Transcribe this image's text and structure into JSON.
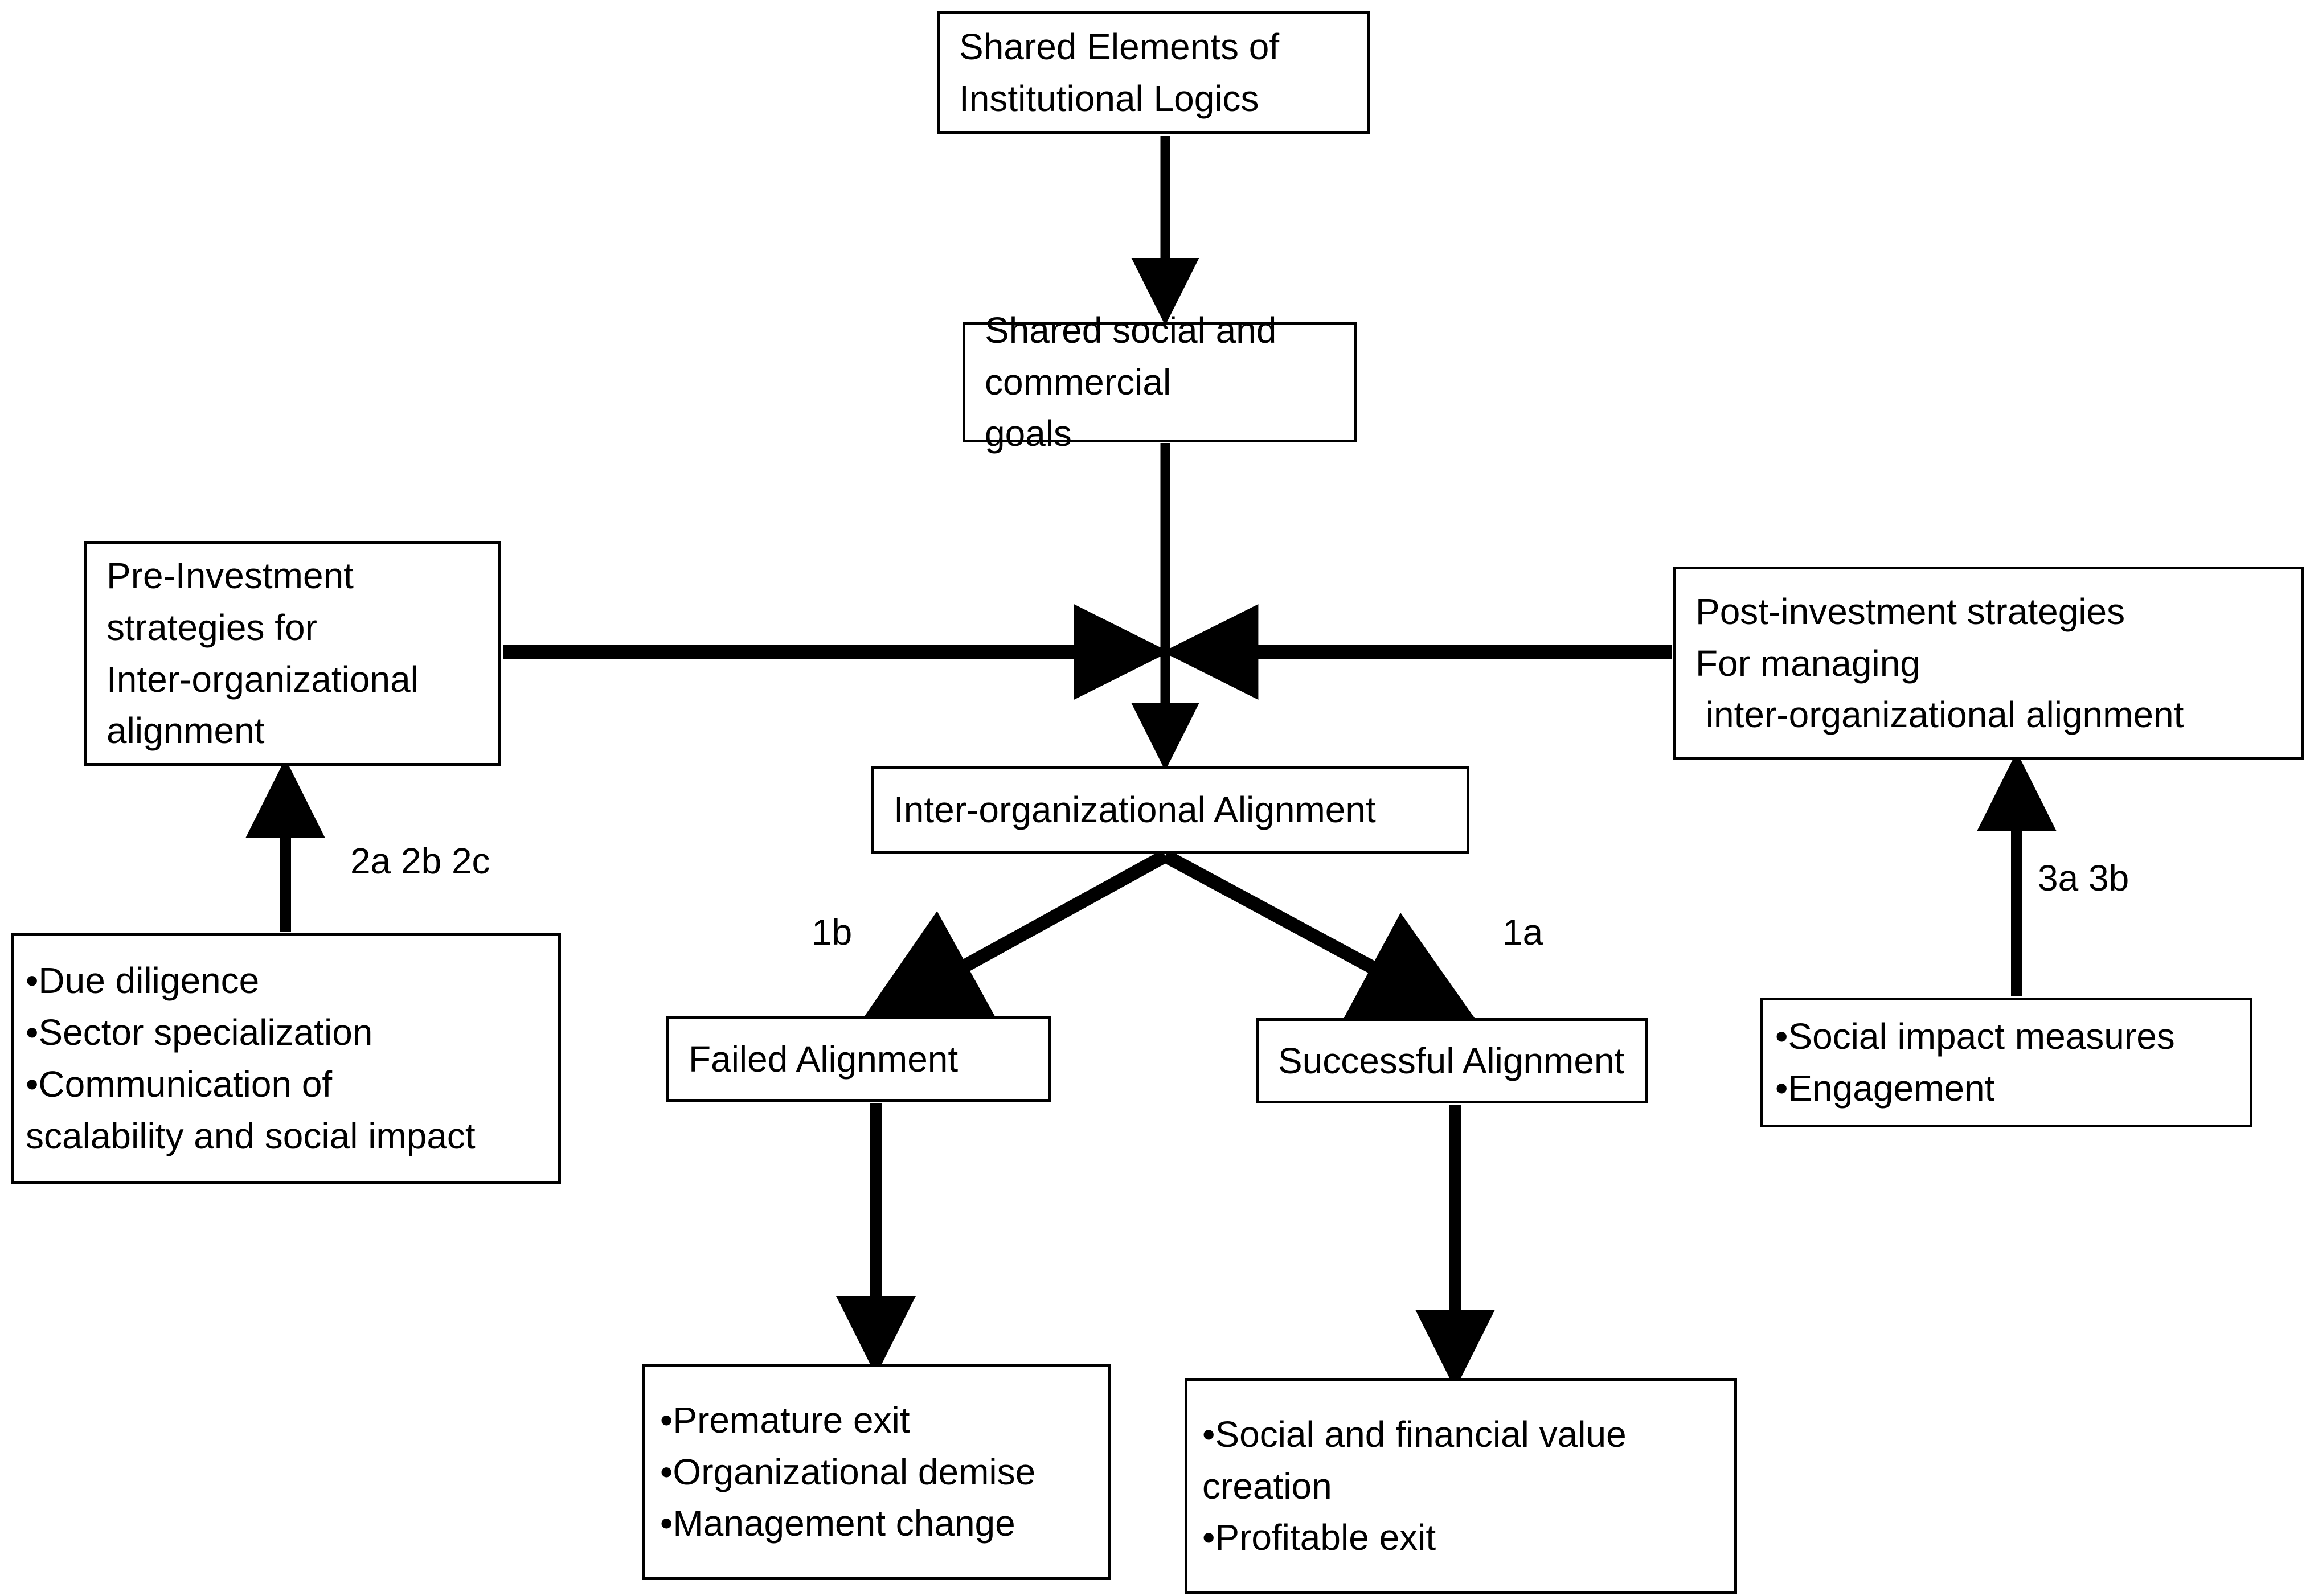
{
  "diagram": {
    "title_node": {
      "lines": [
        "Shared Elements of",
        "Institutional Logics"
      ]
    },
    "goals_node": {
      "lines": [
        "Shared social and",
        "commercial",
        "goals"
      ]
    },
    "pre_investment_node": {
      "lines": [
        "Pre-Investment",
        "strategies for",
        "Inter-organizational",
        "alignment"
      ]
    },
    "post_investment_node": {
      "lines": [
        "Post-investment strategies",
        "For managing",
        " inter-organizational alignment"
      ]
    },
    "alignment_node": {
      "lines": [
        "Inter-organizational Alignment"
      ]
    },
    "pre_investment_bullets": {
      "items": [
        "•Due diligence",
        "•Sector specialization",
        "•Communication of\nscalability and social impact"
      ]
    },
    "post_investment_bullets": {
      "items": [
        "•Social impact measures",
        "•Engagement"
      ]
    },
    "failed_node": {
      "lines": [
        "Failed Alignment"
      ]
    },
    "successful_node": {
      "lines": [
        "Successful Alignment"
      ]
    },
    "failed_outcomes": {
      "items": [
        "•Premature exit",
        "•Organizational demise",
        "•Management change"
      ]
    },
    "successful_outcomes": {
      "items": [
        "•Social and financial value\ncreation",
        "•Profitable exit"
      ]
    },
    "edge_labels": {
      "pre_investment": "2a 2b 2c",
      "post_investment": "3a 3b",
      "failed": "1b",
      "successful": "1a"
    },
    "colors": {
      "stroke": "#000000",
      "fill": "#ffffff",
      "text": "#000000"
    }
  }
}
